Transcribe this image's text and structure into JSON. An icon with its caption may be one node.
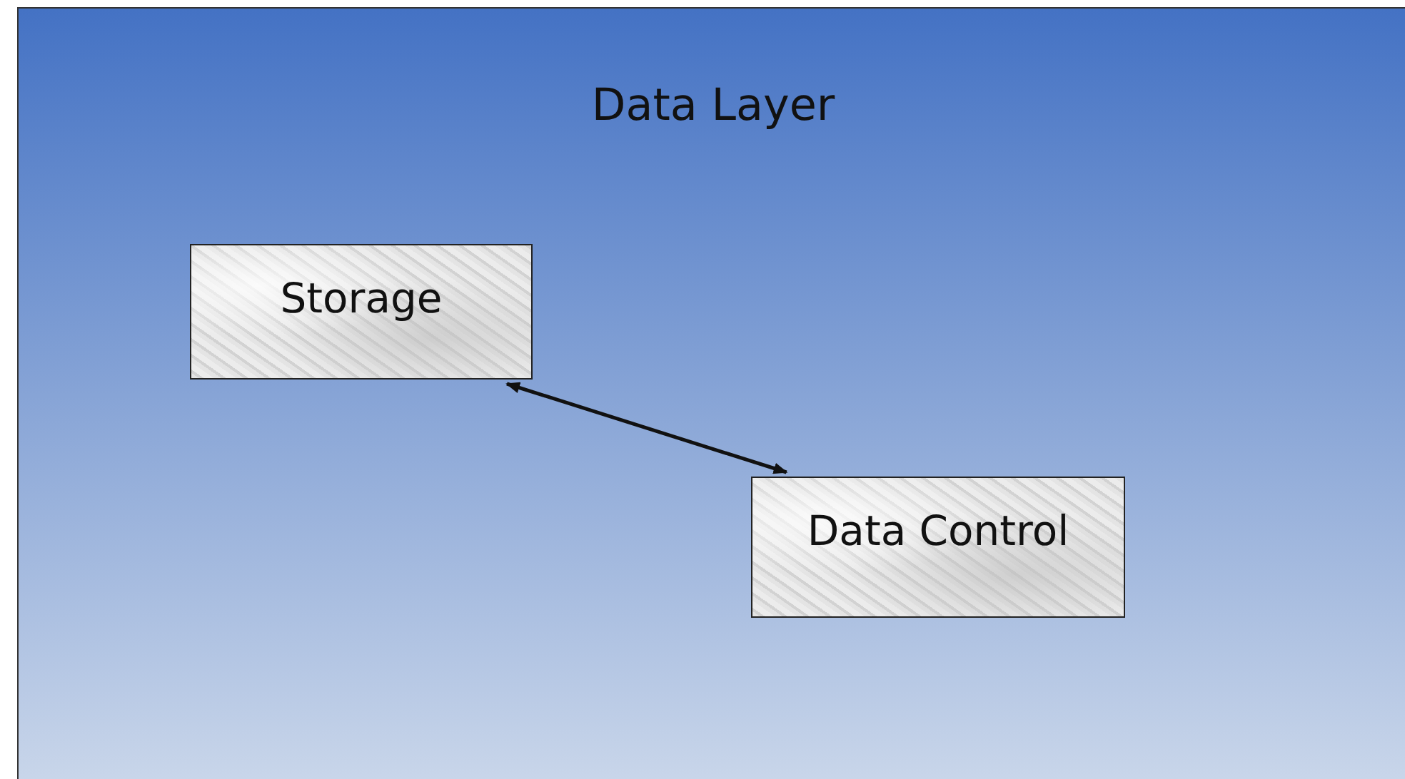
{
  "diagram": {
    "nodes": [
      {
        "text": [
          "Data Layer"
        ]
      },
      {
        "text": [
          "Storage"
        ],
        "in": 0
      },
      {
        "text": [
          "Data Control"
        ],
        "in": 0
      }
    ],
    "edges": [
      {
        "from": 1,
        "to": 2,
        "arrow": "both"
      }
    ]
  }
}
